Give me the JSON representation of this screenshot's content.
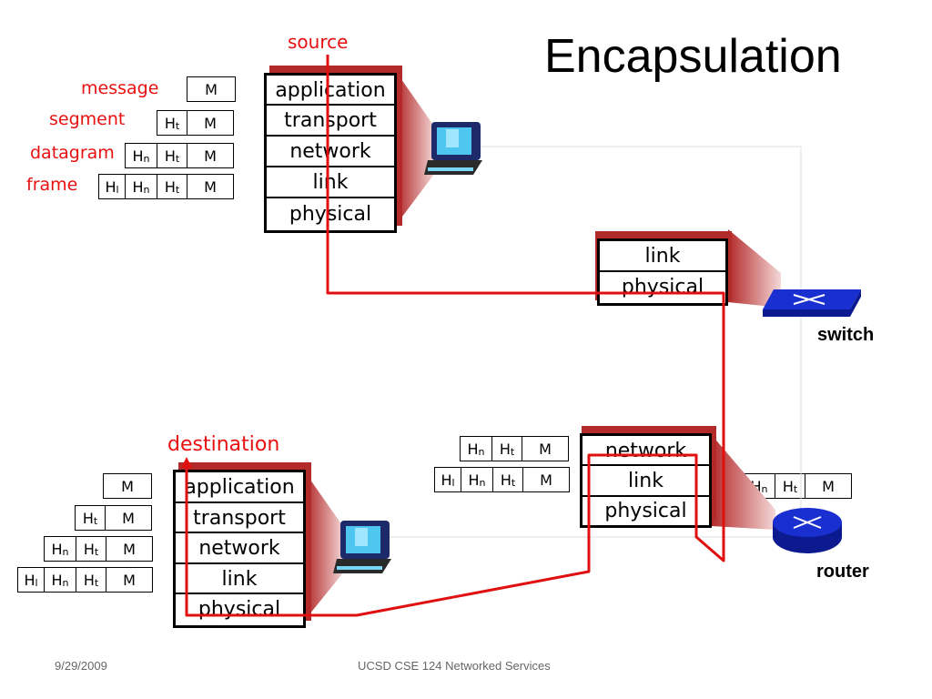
{
  "slide": {
    "title": "Encapsulation",
    "source_label": "source",
    "destination_label": "destination",
    "switch_label": "switch",
    "router_label": "router",
    "footer_date": "9/29/2009",
    "footer_course": "UCSD CSE 124 Networked Services"
  },
  "legend": {
    "message": "message",
    "segment": "segment",
    "datagram": "datagram",
    "frame": "frame"
  },
  "headers": {
    "m": "M",
    "h": "H",
    "t": "t",
    "n": "n",
    "l": "l"
  },
  "source_stack": [
    "application",
    "transport",
    "network",
    "link",
    "physical"
  ],
  "switch_stack": [
    "link",
    "physical"
  ],
  "router_stack": [
    "network",
    "link",
    "physical"
  ],
  "dest_stack": [
    "application",
    "transport",
    "network",
    "link",
    "physical"
  ],
  "colors": {
    "path": "#e01010",
    "shadow": "#b32a2a",
    "device_blue": "#1a2fd0"
  }
}
